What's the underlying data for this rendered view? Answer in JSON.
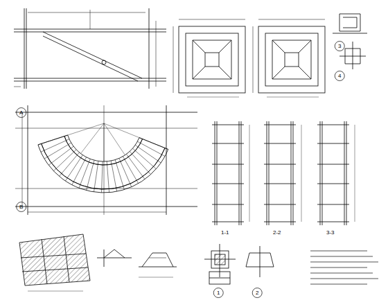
{
  "diagram": {
    "labels": [
      "1-1",
      "2-2",
      "3-3",
      "1",
      "2",
      "3",
      "4",
      "A",
      "B"
    ]
  }
}
